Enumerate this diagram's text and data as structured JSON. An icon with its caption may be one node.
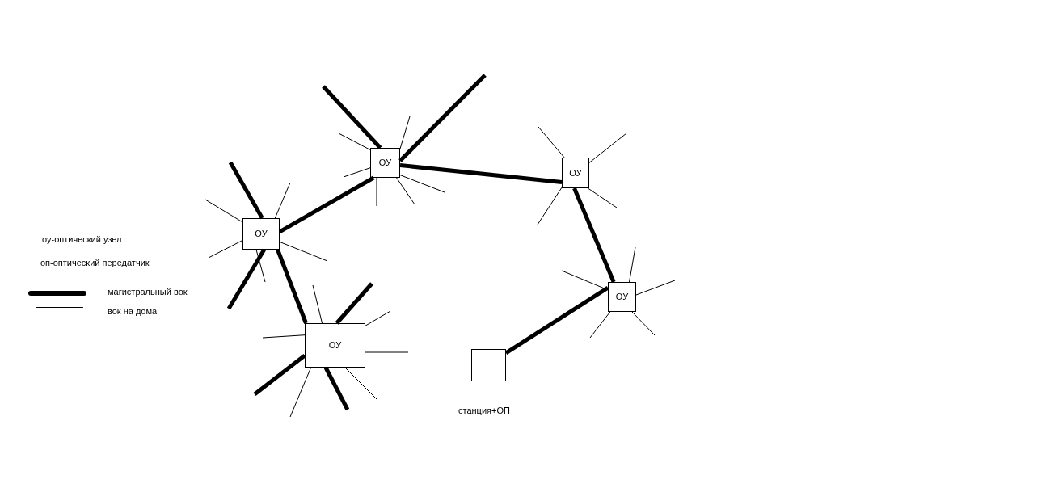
{
  "diagram": {
    "nodes": [
      {
        "text": [
          "ОУ"
        ]
      },
      {
        "text": [
          "ОУ"
        ]
      },
      {
        "text": [
          "ОУ"
        ]
      },
      {
        "text": [
          "ОУ"
        ]
      },
      {
        "text": [
          "ОУ"
        ]
      },
      {
        "text": [],
        "shape": "box",
        "beside": [
          "станция+ОП"
        ]
      }
    ],
    "edges": [
      {
        "from": 5,
        "to": 3,
        "arrow": "none",
        "style": "thick"
      },
      {
        "from": 3,
        "to": 1,
        "arrow": "none",
        "style": "thick"
      },
      {
        "from": 1,
        "to": 0,
        "arrow": "none",
        "style": "thick"
      },
      {
        "from": 0,
        "to": 2,
        "arrow": "none",
        "style": "thick"
      },
      {
        "from": 2,
        "to": 4,
        "arrow": "none",
        "style": "thick"
      },
      {
        "from": 0,
        "to": null,
        "arrow": "none",
        "style": "thick"
      },
      {
        "from": 0,
        "to": null,
        "arrow": "none",
        "style": "thick"
      },
      {
        "from": 2,
        "to": null,
        "arrow": "none",
        "style": "thick"
      },
      {
        "from": 2,
        "to": null,
        "arrow": "none",
        "style": "thick"
      },
      {
        "from": 4,
        "to": null,
        "arrow": "none",
        "style": "thick"
      },
      {
        "from": 4,
        "to": null,
        "arrow": "none",
        "style": "thick"
      },
      {
        "from": 4,
        "to": null,
        "arrow": "none",
        "style": "thick"
      },
      {
        "from": 0,
        "to": null,
        "arrow": "none"
      },
      {
        "from": 0,
        "to": null,
        "arrow": "none"
      },
      {
        "from": 0,
        "to": null,
        "arrow": "none"
      },
      {
        "from": 0,
        "to": null,
        "arrow": "none"
      },
      {
        "from": 0,
        "to": null,
        "arrow": "none"
      },
      {
        "from": 0,
        "to": null,
        "arrow": "none"
      },
      {
        "from": 1,
        "to": null,
        "arrow": "none"
      },
      {
        "from": 1,
        "to": null,
        "arrow": "none"
      },
      {
        "from": 1,
        "to": null,
        "arrow": "none"
      },
      {
        "from": 1,
        "to": null,
        "arrow": "none"
      },
      {
        "from": 2,
        "to": null,
        "arrow": "none"
      },
      {
        "from": 2,
        "to": null,
        "arrow": "none"
      },
      {
        "from": 2,
        "to": null,
        "arrow": "none"
      },
      {
        "from": 2,
        "to": null,
        "arrow": "none"
      },
      {
        "from": 2,
        "to": null,
        "arrow": "none"
      },
      {
        "from": 3,
        "to": null,
        "arrow": "none"
      },
      {
        "from": 3,
        "to": null,
        "arrow": "none"
      },
      {
        "from": 3,
        "to": null,
        "arrow": "none"
      },
      {
        "from": 3,
        "to": null,
        "arrow": "none"
      },
      {
        "from": 3,
        "to": null,
        "arrow": "none"
      },
      {
        "from": 4,
        "to": null,
        "arrow": "none"
      },
      {
        "from": 4,
        "to": null,
        "arrow": "none"
      },
      {
        "from": 4,
        "to": null,
        "arrow": "none"
      },
      {
        "from": 4,
        "to": null,
        "arrow": "none"
      },
      {
        "from": 4,
        "to": null,
        "arrow": "none"
      },
      {
        "from": 4,
        "to": null,
        "arrow": "none"
      }
    ],
    "labels": [
      "оу-оптический узел",
      "оп-оптический передатчик"
    ],
    "legend": [
      {
        "text": "магистральный вок"
      },
      {
        "text": "вок на дома"
      }
    ]
  }
}
